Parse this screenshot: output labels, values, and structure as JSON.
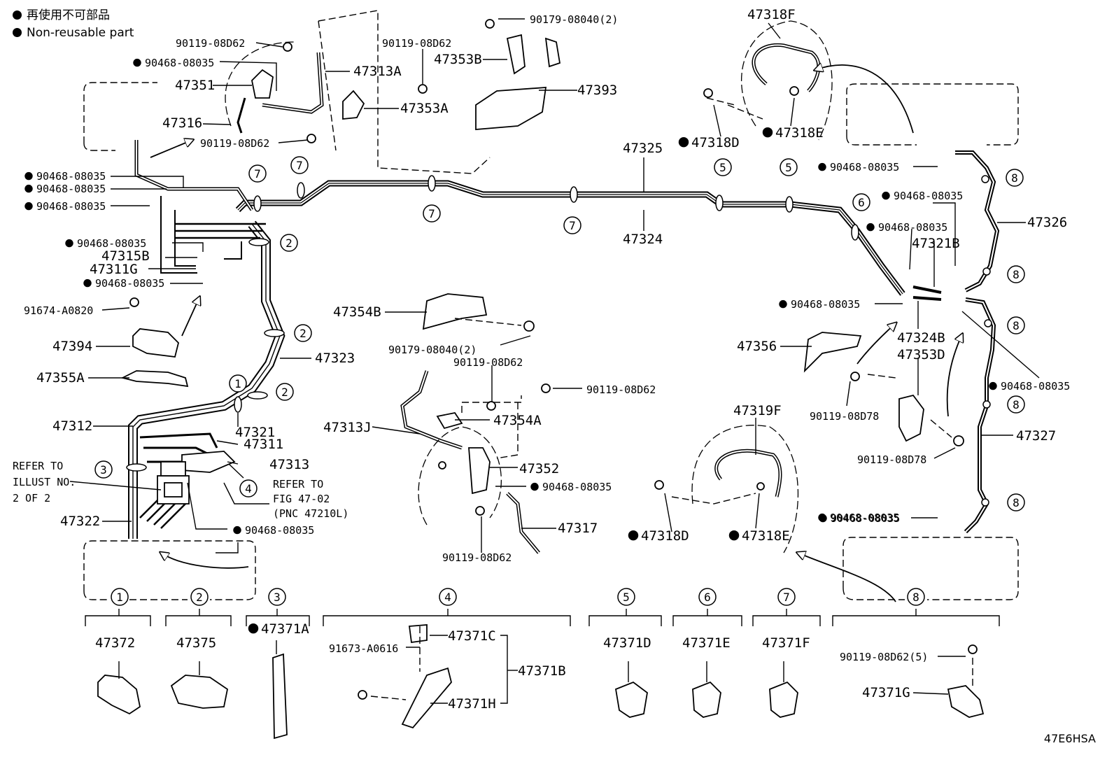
{
  "legend": {
    "non_reusable_ja": "再使用不可部品",
    "non_reusable_en": "Non-reusable part"
  },
  "footer": {
    "code": "47E6HSA"
  },
  "callouts": [
    {
      "id": "c01",
      "text": "90119-08D62",
      "nr": false
    },
    {
      "id": "c02",
      "text": "90468-08035",
      "nr": true
    },
    {
      "id": "c03",
      "text": "47351",
      "nr": false
    },
    {
      "id": "c04",
      "text": "47316",
      "nr": false
    },
    {
      "id": "c05",
      "text": "90119-08D62",
      "nr": false
    },
    {
      "id": "c06",
      "text": "47313A",
      "nr": false
    },
    {
      "id": "c07",
      "text": "90119-08D62",
      "nr": false
    },
    {
      "id": "c08",
      "text": "47353A",
      "nr": false
    },
    {
      "id": "c09",
      "text": "90179-08040(2)",
      "nr": false
    },
    {
      "id": "c10",
      "text": "47353B",
      "nr": false
    },
    {
      "id": "c11",
      "text": "47393",
      "nr": false
    },
    {
      "id": "c12",
      "text": "47318F",
      "nr": false
    },
    {
      "id": "c13",
      "text": "47318D",
      "nr": true
    },
    {
      "id": "c14",
      "text": "47318E",
      "nr": true
    },
    {
      "id": "c15",
      "text": "47325",
      "nr": false
    },
    {
      "id": "c16",
      "text": "47324",
      "nr": false
    },
    {
      "id": "c17",
      "text": "90468-08035",
      "nr": true
    },
    {
      "id": "c18",
      "text": "90468-08035",
      "nr": true
    },
    {
      "id": "c19",
      "text": "90468-08035",
      "nr": true
    },
    {
      "id": "c20",
      "text": "90468-08035",
      "nr": true
    },
    {
      "id": "c21",
      "text": "90468-08035",
      "nr": true
    },
    {
      "id": "c22",
      "text": "47315B",
      "nr": false
    },
    {
      "id": "c23",
      "text": "47311G",
      "nr": false
    },
    {
      "id": "c24",
      "text": "90468-08035",
      "nr": true
    },
    {
      "id": "c25",
      "text": "91674-A0820",
      "nr": false
    },
    {
      "id": "c26",
      "text": "47394",
      "nr": false
    },
    {
      "id": "c27",
      "text": "47355A",
      "nr": false
    },
    {
      "id": "c28",
      "text": "47323",
      "nr": false
    },
    {
      "id": "c29",
      "text": "47312",
      "nr": false
    },
    {
      "id": "c30",
      "text": "47321",
      "nr": false
    },
    {
      "id": "c31",
      "text": "47311",
      "nr": false
    },
    {
      "id": "c32",
      "text": "47313",
      "nr": false
    },
    {
      "id": "c33",
      "text": "47322",
      "nr": false
    },
    {
      "id": "c34",
      "text": "90468-08035",
      "nr": true
    },
    {
      "id": "c35",
      "text": "47354B",
      "nr": false
    },
    {
      "id": "c36",
      "text": "90179-08040(2)",
      "nr": false
    },
    {
      "id": "c37",
      "text": "90119-08D62",
      "nr": false
    },
    {
      "id": "c38",
      "text": "90119-08D62",
      "nr": false
    },
    {
      "id": "c39",
      "text": "47313J",
      "nr": false
    },
    {
      "id": "c40",
      "text": "47354A",
      "nr": false
    },
    {
      "id": "c41",
      "text": "47352",
      "nr": false
    },
    {
      "id": "c42",
      "text": "90468-08035",
      "nr": true
    },
    {
      "id": "c43",
      "text": "47317",
      "nr": false
    },
    {
      "id": "c44",
      "text": "90119-08D62",
      "nr": false
    },
    {
      "id": "c45",
      "text": "47319F",
      "nr": false
    },
    {
      "id": "c46",
      "text": "47318D",
      "nr": true
    },
    {
      "id": "c47",
      "text": "47318E",
      "nr": true
    },
    {
      "id": "c48",
      "text": "90468-08035",
      "nr": true
    },
    {
      "id": "c49",
      "text": "47326",
      "nr": false
    },
    {
      "id": "c50",
      "text": "90468-08035",
      "nr": true
    },
    {
      "id": "c51",
      "text": "90468-08035",
      "nr": true
    },
    {
      "id": "c52",
      "text": "47321B",
      "nr": false
    },
    {
      "id": "c53",
      "text": "90468-08035",
      "nr": true
    },
    {
      "id": "c54",
      "text": "47324B",
      "nr": false
    },
    {
      "id": "c55",
      "text": "47353D",
      "nr": false
    },
    {
      "id": "c56",
      "text": "47356",
      "nr": false
    },
    {
      "id": "c57",
      "text": "90119-08D78",
      "nr": false
    },
    {
      "id": "c58",
      "text": "90468-08035",
      "nr": true
    },
    {
      "id": "c59",
      "text": "47327",
      "nr": false
    },
    {
      "id": "c60",
      "text": "90119-08D78",
      "nr": false
    },
    {
      "id": "c61",
      "text": "90468-08035",
      "nr": true
    },
    {
      "id": "c62",
      "text": "47372",
      "nr": false
    },
    {
      "id": "c63",
      "text": "47375",
      "nr": false
    },
    {
      "id": "c64",
      "text": "47371A",
      "nr": true
    },
    {
      "id": "c65",
      "text": "47371C",
      "nr": false
    },
    {
      "id": "c66",
      "text": "91673-A0616",
      "nr": false
    },
    {
      "id": "c67",
      "text": "47371B",
      "nr": false
    },
    {
      "id": "c68",
      "text": "47371H",
      "nr": false
    },
    {
      "id": "c69",
      "text": "47371D",
      "nr": false
    },
    {
      "id": "c70",
      "text": "47371E",
      "nr": false
    },
    {
      "id": "c71",
      "text": "47371F",
      "nr": false
    },
    {
      "id": "c72",
      "text": "90119-08D62(5)",
      "nr": false
    },
    {
      "id": "c73",
      "text": "47371G",
      "nr": false
    }
  ],
  "refer_left": [
    "REFER TO",
    "ILLUST NO.",
    "2 OF 2"
  ],
  "refer_fig": [
    "REFER TO",
    "FIG 47-02",
    "(PNC 47210L)"
  ],
  "markers": [
    "1",
    "2",
    "3",
    "4",
    "5",
    "6",
    "7",
    "8"
  ]
}
